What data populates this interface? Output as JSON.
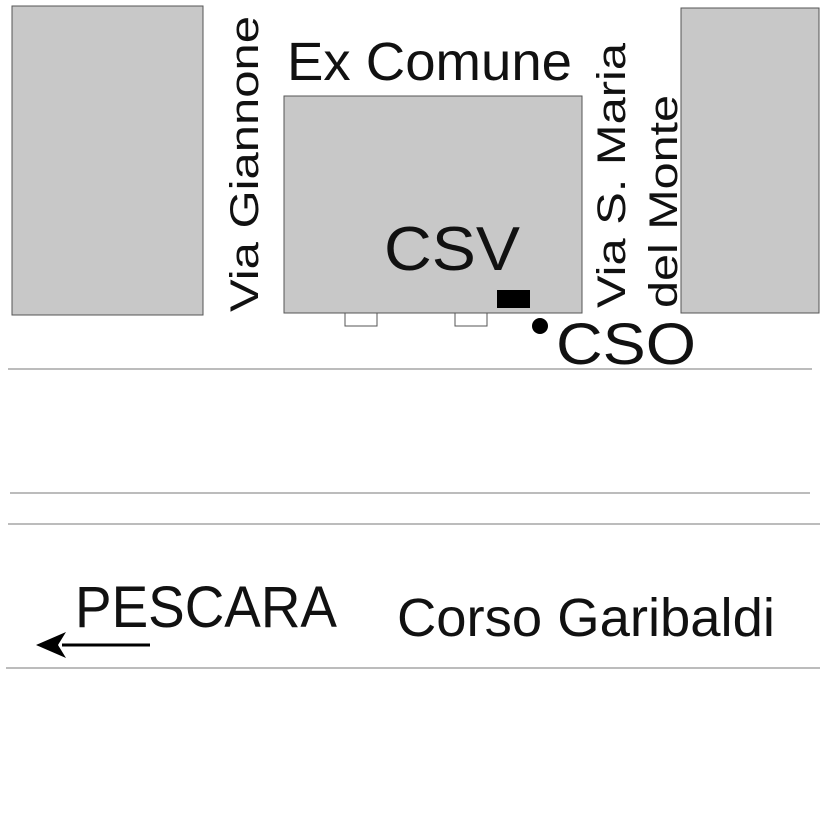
{
  "labels": {
    "ex_comune": "Ex Comune",
    "via_giannone": "Via Giannone",
    "via_s_maria_line1": "Via S. Maria",
    "via_s_maria_line2": "del Monte",
    "csv": "CSV",
    "cso": "CSO",
    "pescara": "PESCARA",
    "corso_garibaldi": "Corso Garibaldi"
  },
  "colors": {
    "block_fill": "#c8c8c8",
    "outline": "#555555",
    "road_line": "#7a7a7a",
    "text": "#111111",
    "marker": "#000000"
  }
}
